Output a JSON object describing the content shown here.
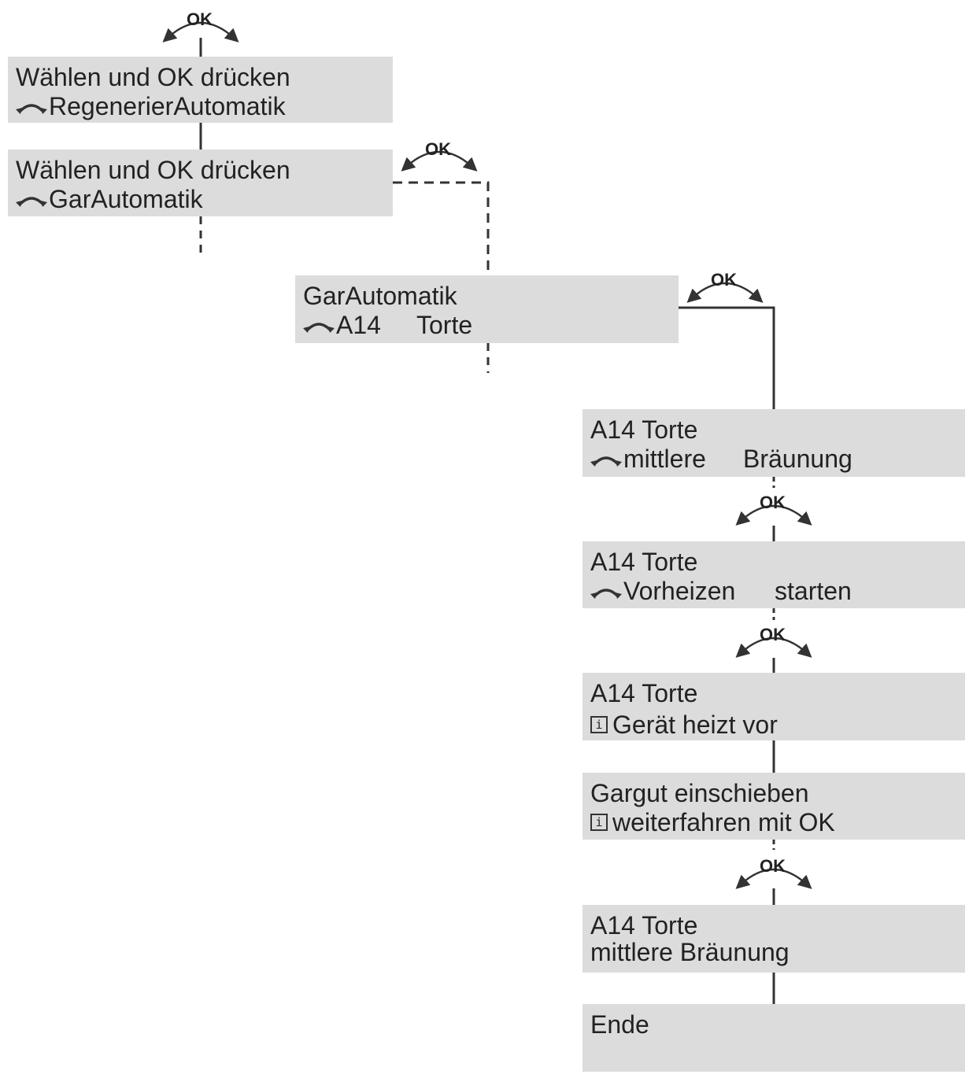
{
  "ok_label": "OK",
  "boxes": [
    {
      "line1": "Wählen und OK drücken",
      "line2": "RegenerierAutomatik"
    },
    {
      "line1": "Wählen und OK drücken",
      "line2": "GarAutomatik"
    },
    {
      "line1": "GarAutomatik",
      "line2a": "A14",
      "line2b": "Torte"
    },
    {
      "line1": "A14 Torte",
      "line2a": "mittlere",
      "line2b": "Bräunung"
    },
    {
      "line1": "A14 Torte",
      "line2a": "Vorheizen",
      "line2b": "starten"
    },
    {
      "line1": "A14 Torte",
      "line2": "Gerät heizt vor"
    },
    {
      "line1": "Gargut einschieben",
      "line2": "weiterfahren mit OK"
    },
    {
      "line1": "A14 Torte",
      "line2": "mittlere Bräunung"
    },
    {
      "line1": "Ende"
    }
  ],
  "icons": {
    "rotary": "rotary-knob-icon",
    "info": "info-icon",
    "info_glyph": "i"
  },
  "colors": {
    "box_fill": "#dcdcdc",
    "line": "#333333"
  }
}
